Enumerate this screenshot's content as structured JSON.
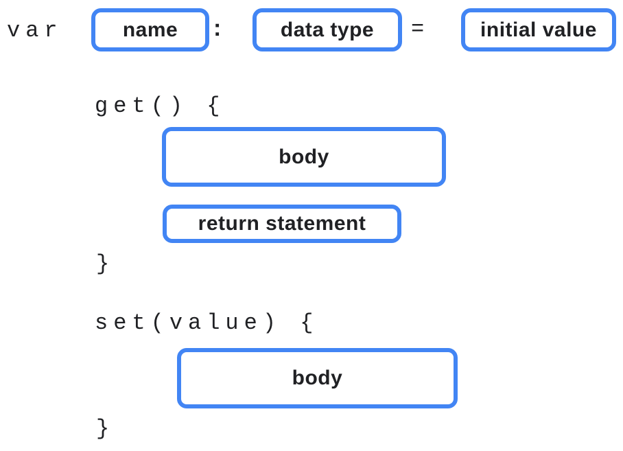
{
  "colors": {
    "box_border_blue": "#4285F4",
    "text_black": "#202124",
    "background": "#FFFFFF"
  },
  "declaration": {
    "keyword": "var",
    "name_label": "name",
    "colon": ":",
    "type_label": "data type",
    "equals": "=",
    "initial_value_label": "initial value"
  },
  "getter": {
    "open": "get() {",
    "body_label": "body",
    "return_label": "return statement",
    "close": "}"
  },
  "setter": {
    "open": "set(value) {",
    "body_label": "body",
    "close": "}"
  }
}
